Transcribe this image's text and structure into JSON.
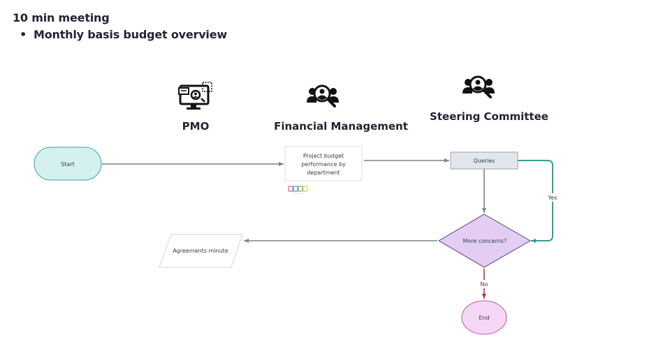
{
  "header": {
    "title": "10 min meeting",
    "bullet": "Monthly basis budget overview"
  },
  "lanes": [
    {
      "label": "PMO",
      "icon": "computer-user-icon"
    },
    {
      "label": "Financial Management",
      "icon": "people-search-icon"
    },
    {
      "label": "Steering Committee",
      "icon": "people-search-icon"
    }
  ],
  "nodes": {
    "start": {
      "label": "Start",
      "shape": "terminator",
      "fill": "#d4f0ef",
      "stroke": "#3aa69b"
    },
    "project_budget": {
      "lines": [
        "Project budget",
        "performance by",
        "department"
      ],
      "shape": "document",
      "fill": "#ffffff",
      "stroke": "#dcdcdc"
    },
    "queries": {
      "label": "Queries",
      "shape": "process",
      "fill": "#e3e7ec",
      "stroke": "#9aa3ad"
    },
    "more_concerns": {
      "label": "More concerns?",
      "shape": "decision",
      "fill": "#e3cdf3",
      "stroke": "#5a3a7a"
    },
    "agreements": {
      "label": "Agreements minute",
      "shape": "data",
      "fill": "#ffffff",
      "stroke": "#d6d6d6"
    },
    "end": {
      "label": "End",
      "shape": "terminator",
      "fill": "#f6d8f6",
      "stroke": "#b05aa8"
    }
  },
  "edges": [
    {
      "from": "start",
      "to": "project_budget",
      "label": "",
      "color": "#7a838d"
    },
    {
      "from": "project_budget",
      "to": "queries",
      "label": "",
      "color": "#7a838d"
    },
    {
      "from": "queries",
      "to": "more_concerns",
      "label": "",
      "color": "#7a838d"
    },
    {
      "from": "queries",
      "to": "more_concerns",
      "label": "Yes",
      "color": "#2fa190"
    },
    {
      "from": "more_concerns",
      "to": "agreements",
      "label": "",
      "color": "#7a838d"
    },
    {
      "from": "more_concerns",
      "to": "end",
      "label": "No",
      "color": "#b2354a"
    }
  ],
  "attachment": {
    "icon": "app-tiles-icon",
    "colors": [
      "#e86a6a",
      "#5b9bd5",
      "#70b86a",
      "#f2c84b"
    ]
  }
}
